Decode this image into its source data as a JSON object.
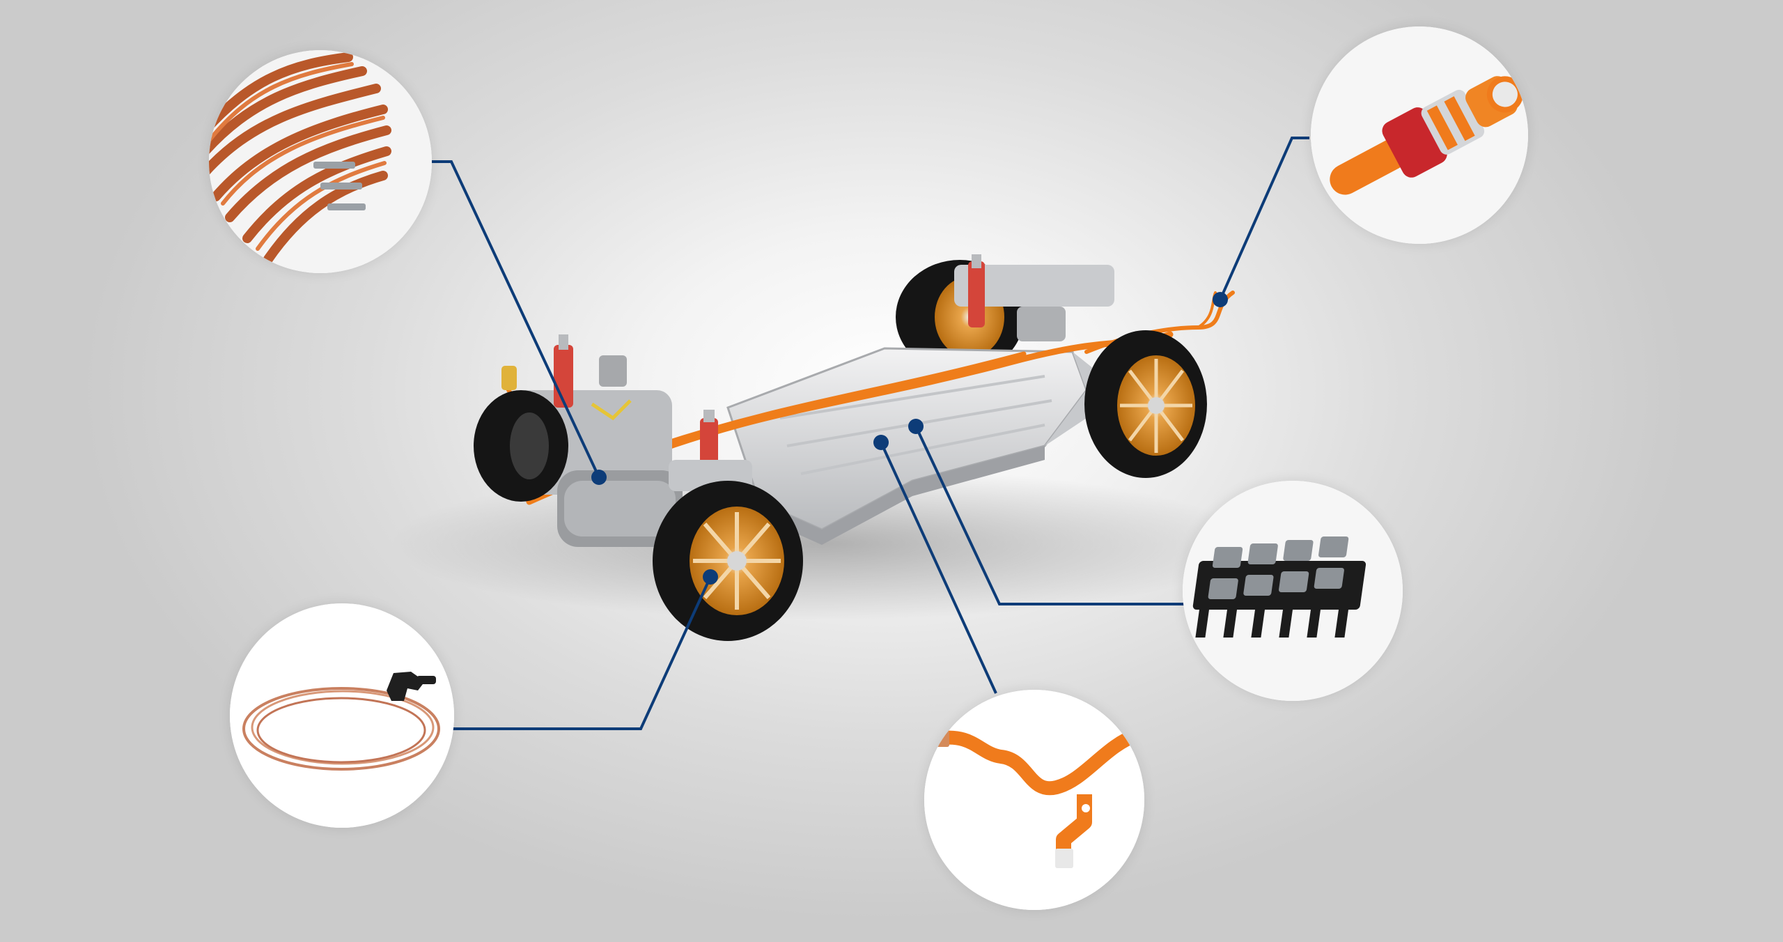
{
  "scene": {
    "subject": "ev-skateboard-chassis",
    "accent_color": "#ef7d1a",
    "callout_line_color": "#0d3c78",
    "battery_color": "#d9dadc",
    "tire_color": "#151515",
    "rim_color": "#d98a22"
  },
  "callouts": [
    {
      "id": "motor-hairpin-winding",
      "icon": "copper-hairpin-winding-icon"
    },
    {
      "id": "hv-connector",
      "icon": "orange-hv-connector-icon"
    },
    {
      "id": "cell-contacting-system",
      "icon": "battery-cell-contact-icon"
    },
    {
      "id": "busbar",
      "icon": "orange-busbar-icon"
    },
    {
      "id": "sensor-wire",
      "icon": "copper-sensor-coil-icon"
    }
  ]
}
